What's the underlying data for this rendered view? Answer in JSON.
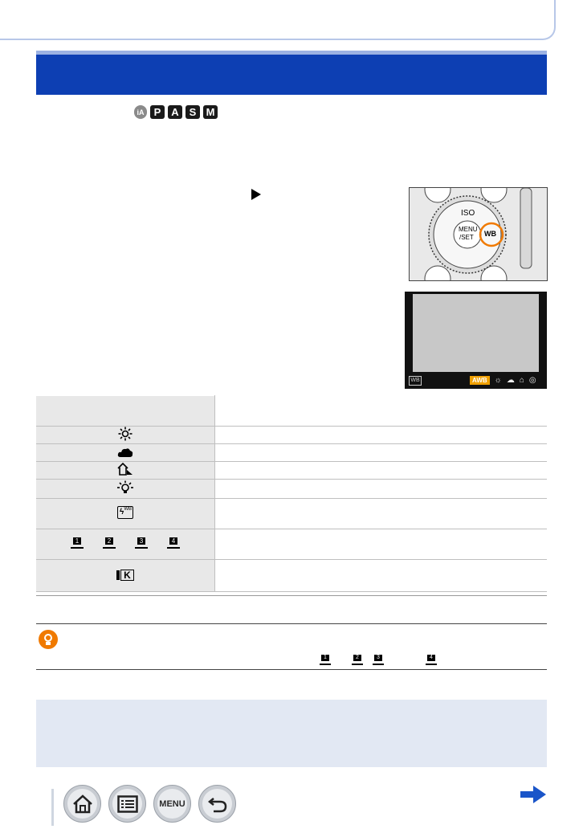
{
  "header": {
    "modes": [
      "iA",
      "P",
      "A",
      "S",
      "M"
    ]
  },
  "lcd": {
    "wb_label": "WB",
    "selected_label": "AWB"
  },
  "camera_dial": {
    "iso_label": "ISO",
    "menu_line1": "MENU",
    "menu_line2": "/SET",
    "wb_label": "WB"
  },
  "wb_table": {
    "rows": [
      {
        "icon": "awb-blank"
      },
      {
        "icon": "sun-icon"
      },
      {
        "icon": "cloud-icon"
      },
      {
        "icon": "shade-icon"
      },
      {
        "icon": "incandescent-icon"
      },
      {
        "icon": "flash-wb-icon",
        "label": "WB"
      },
      {
        "icon": "white-set-icons",
        "numbers": [
          "1",
          "2",
          "3",
          "4"
        ]
      },
      {
        "icon": "color-temp-icon",
        "label": "K"
      }
    ]
  },
  "tip": {
    "numbers": [
      "1",
      "2",
      "3",
      "4"
    ]
  },
  "footer": {
    "menu_label": "MENU"
  }
}
